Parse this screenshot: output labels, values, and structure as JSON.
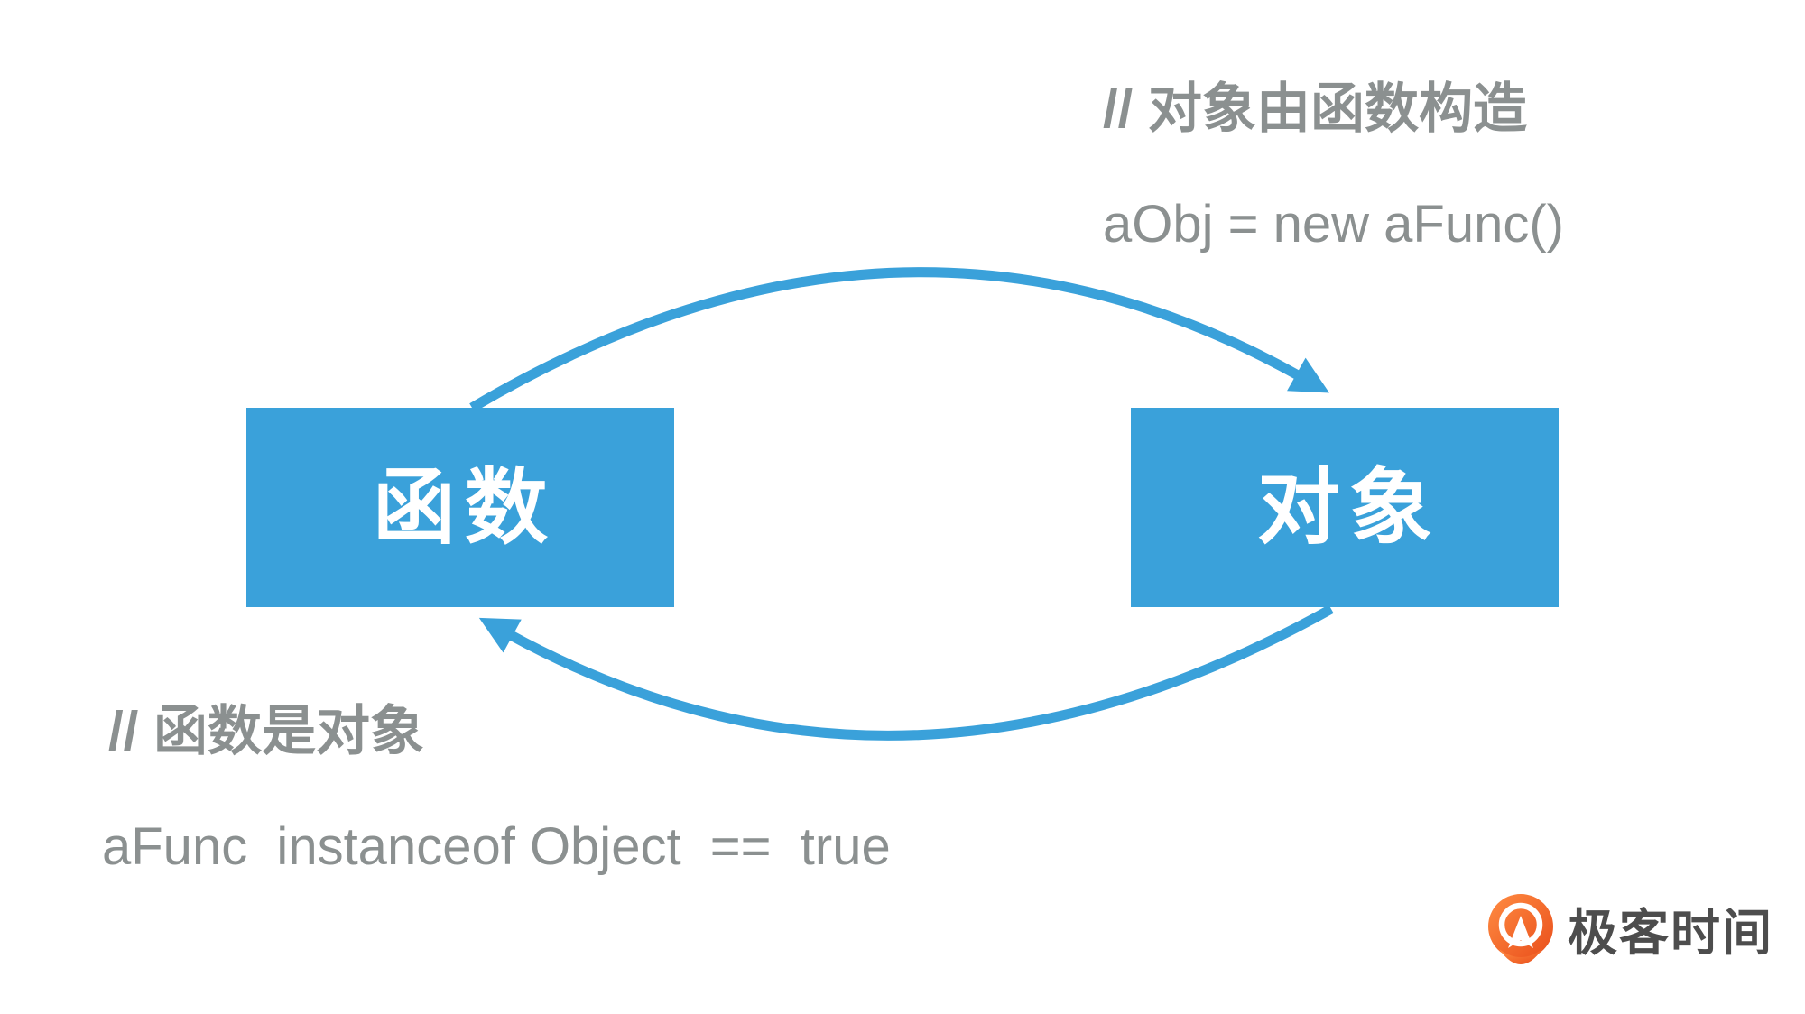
{
  "diagram": {
    "nodes": [
      {
        "id": "function",
        "label": "函数"
      },
      {
        "id": "object",
        "label": "对象"
      }
    ],
    "edges": [
      {
        "id": "object-constructed-by-function",
        "from": "function",
        "to": "object",
        "comment": "// 对象由函数构造",
        "code": "aObj = new aFunc()"
      },
      {
        "id": "function-is-object",
        "from": "object",
        "to": "function",
        "comment": "// 函数是对象",
        "code": "aFunc  instanceof Object  ==  true"
      }
    ]
  },
  "branding": {
    "logo_text": "极客时间",
    "logo_icon": "geektime-pin-icon"
  },
  "colors": {
    "background": "#FFFFFF",
    "node_fill": "#3AA1DA",
    "node_text": "#FFFFFF",
    "arrow": "#3AA1DA",
    "annotation_text": "#8B9090",
    "logo_text": "#4D4D4D",
    "logo_orange_light": "#FF8C42",
    "logo_orange_dark": "#E94E1B"
  }
}
